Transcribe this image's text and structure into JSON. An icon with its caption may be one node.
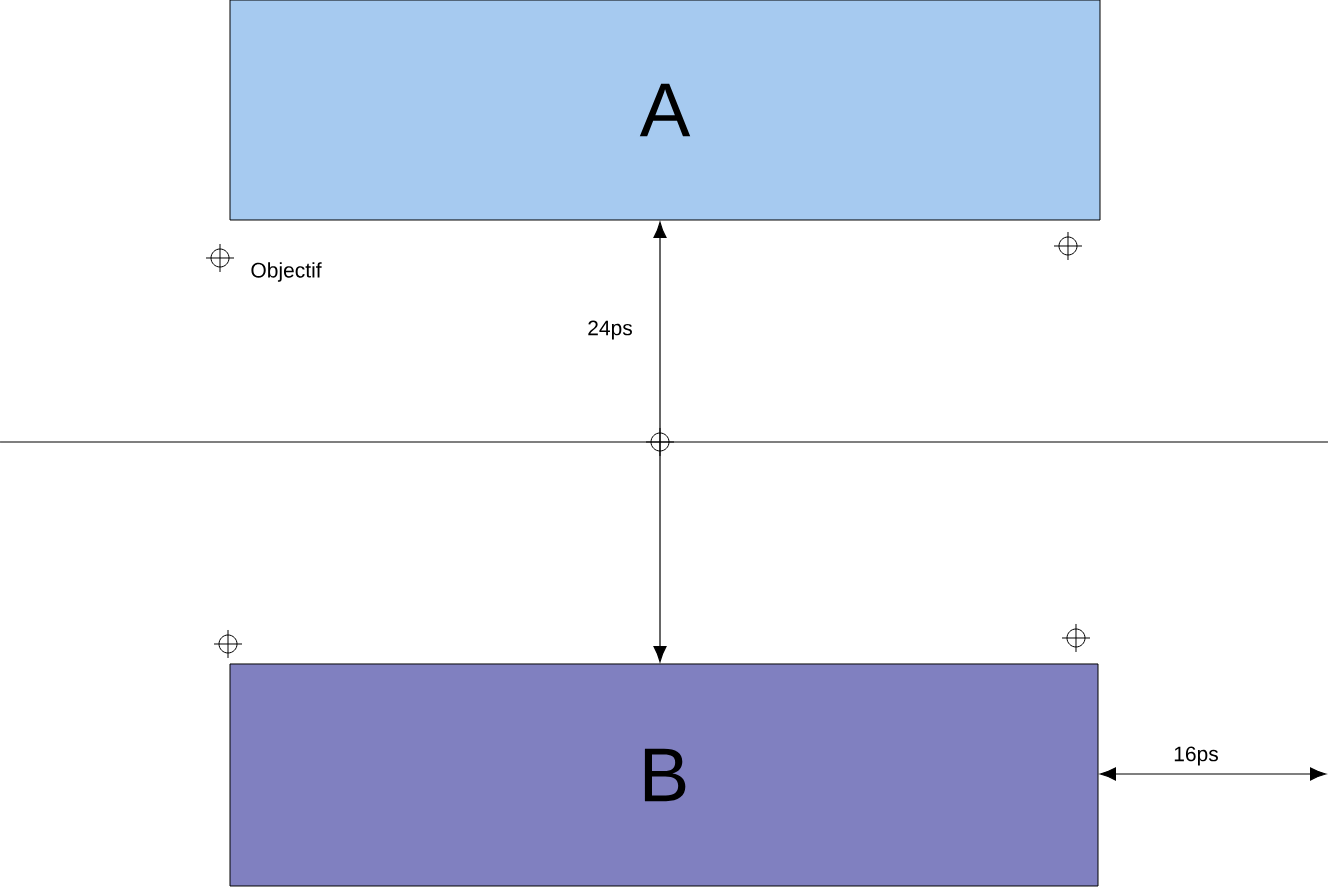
{
  "diagram": {
    "nodes": [
      {
        "text": [
          "A"
        ]
      },
      {
        "text": [
          "B"
        ]
      }
    ],
    "labels": [
      "Objectif",
      "24ps",
      "16ps"
    ]
  }
}
